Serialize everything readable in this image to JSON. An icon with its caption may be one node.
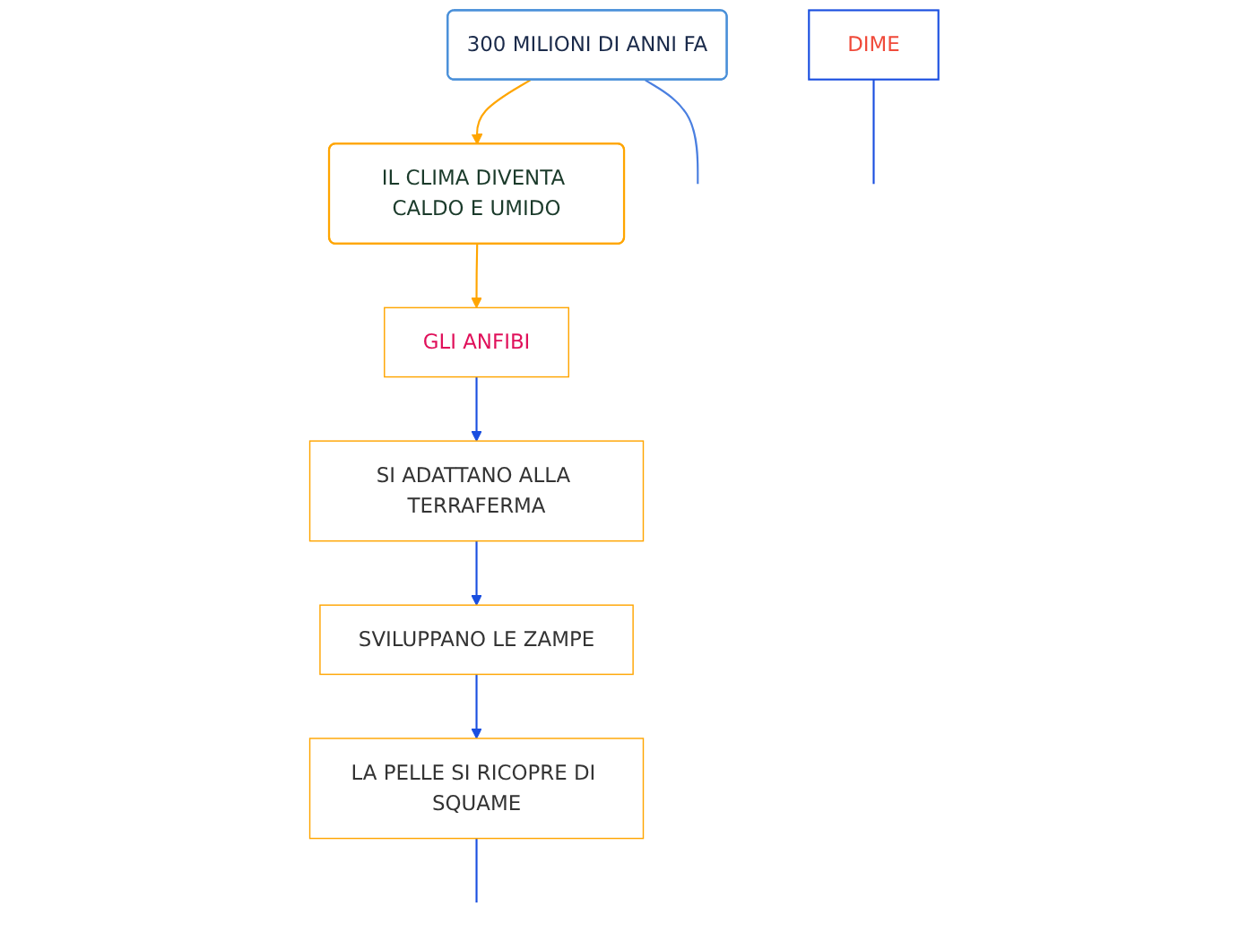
{
  "diagram": {
    "nodes": [
      {
        "text": [
          "300 MILIONI DI ANNI FA"
        ]
      },
      {
        "text": [
          "IL CLIMA DIVENTA CALDO E UMIDO"
        ]
      },
      {
        "text": [
          "GLI ANFIBI"
        ]
      },
      {
        "text": [
          "SI ADATTANO ALLA TERRAFERMA"
        ]
      },
      {
        "text": [
          "SVILUPPANO LE ZAMPE"
        ]
      },
      {
        "text": [
          "LA PELLE SI RICOPRE DI SQUAME"
        ]
      },
      {
        "text": [
          "DIME"
        ]
      }
    ],
    "edges": [
      {
        "from": 0,
        "to": 1,
        "arrow": "to",
        "color": "#ffa500"
      },
      {
        "from": 1,
        "to": 2,
        "arrow": "to",
        "color": "#ffa500"
      },
      {
        "from": 2,
        "to": 3,
        "arrow": "to"
      },
      {
        "from": 3,
        "to": 4,
        "arrow": "to"
      },
      {
        "from": 4,
        "to": 5,
        "arrow": "to"
      },
      {
        "from": 5,
        "to": null,
        "arrow": "none"
      },
      {
        "from": 0,
        "to": null,
        "arrow": "none",
        "color": "#4a7fe0"
      },
      {
        "from": 6,
        "to": null,
        "arrow": "none"
      }
    ]
  }
}
